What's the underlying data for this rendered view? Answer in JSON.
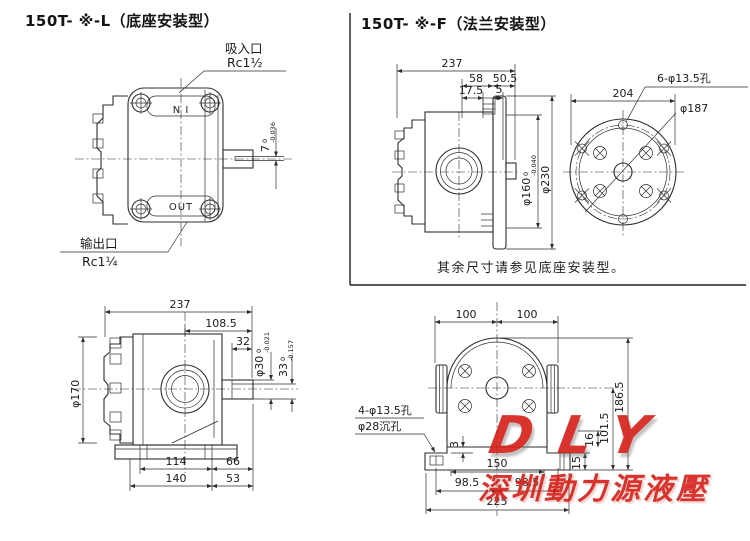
{
  "watermark": {
    "brand": "DLY",
    "company": "深圳動力源液壓",
    "color": "#d5221b"
  },
  "base_mount": {
    "title": "150T- ※-L（底座安装型）",
    "rear_view": {
      "suction_name": "吸入口",
      "suction_thread": "Rc1½",
      "outlet_name": "输出口",
      "outlet_thread": "Rc1¼",
      "in_label": "N I",
      "out_label": "OUT",
      "key_width": {
        "value": "7",
        "tol_upper": "0",
        "tol_lower": "-0.036"
      }
    },
    "side_view": {
      "overall_length": "237",
      "front_to_shaft_end": "108.5",
      "shaft_length": "32",
      "shaft_dia": {
        "value": "φ30",
        "tol_upper": "0",
        "tol_lower": "-0.021"
      },
      "key_height": {
        "value": "33",
        "tol_upper": "0",
        "tol_lower": "-0.157"
      },
      "body_dia": "φ170",
      "bolt_span": "114",
      "shaft_overhang": "66",
      "base_length": "140",
      "rear_overhang": "53"
    },
    "end_view": {
      "half_width_left": "100",
      "half_width_right": "100",
      "mount_holes_line1": "4-φ13.5孔",
      "mount_holes_line2": "φ28沉孔",
      "total_height": "186.5",
      "center_height": "101.5",
      "step_16": "16",
      "base_thickness": "15",
      "step_3": "3",
      "foot_span": "150",
      "left_98_5": "98.5",
      "right_98_5": "98.5",
      "overall_width": "225"
    }
  },
  "flange_mount": {
    "title": "150T- ※-F（法兰安装型）",
    "note": "其余尺寸请参见底座安装型。",
    "side_view": {
      "overall_length": "237",
      "dim_58": "58",
      "dim_50_5": "50.5",
      "dim_17_5": "17.5",
      "dim_5": "5",
      "spigot_dia": {
        "value": "φ160",
        "tol_upper": "0",
        "tol_lower": "-0.040"
      },
      "flange_dia": "φ230"
    },
    "front_view": {
      "width": "204",
      "bolt_holes": "6-φ13.5孔",
      "bolt_circle_dia": "φ187"
    }
  }
}
